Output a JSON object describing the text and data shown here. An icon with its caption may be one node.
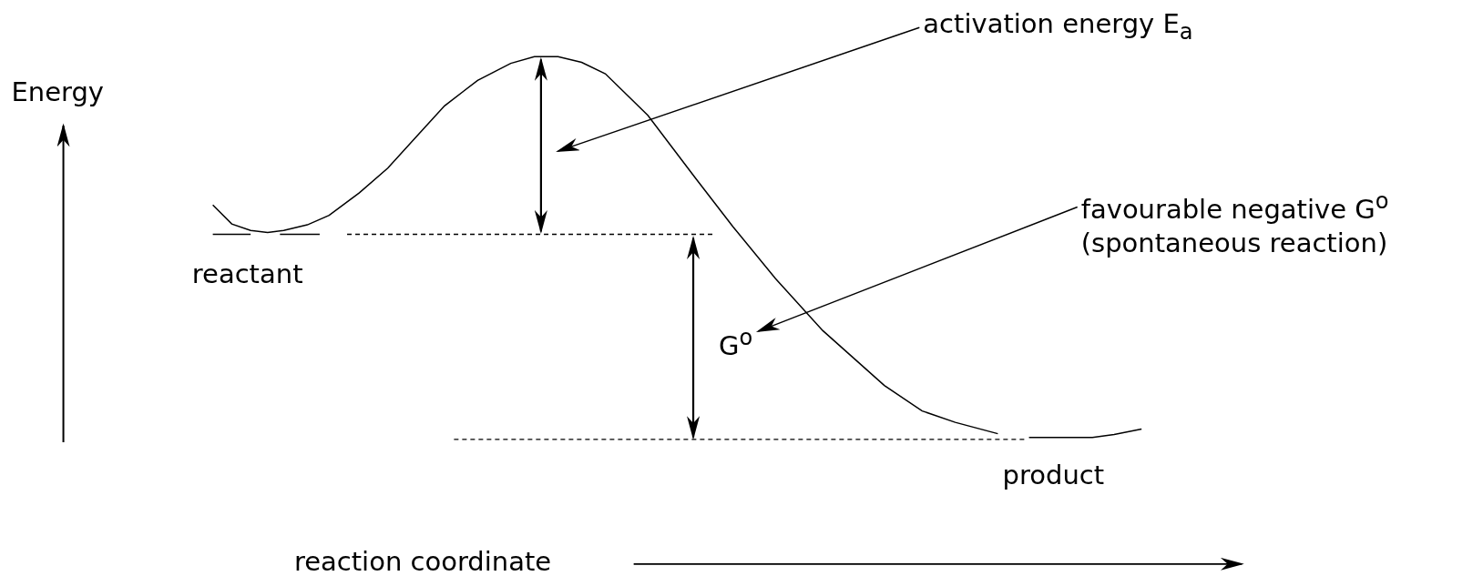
{
  "diagram": {
    "nodes": [
      {
        "text": [
          "activation energy E$_{a}$"
        ]
      },
      {
        "text": [
          "favourable negative G$^{o}$ (spontaneous reaction)"
        ]
      },
      {
        "text": [
          "G$^{o}$"
        ]
      }
    ],
    "edges": [
      {
        "from": 0,
        "to": null,
        "arrow": "to"
      },
      {
        "from": 1,
        "to": 2,
        "arrow": "to"
      }
    ],
    "labels": [
      "Energy",
      "reactant",
      "product",
      "reaction coordinate"
    ]
  }
}
